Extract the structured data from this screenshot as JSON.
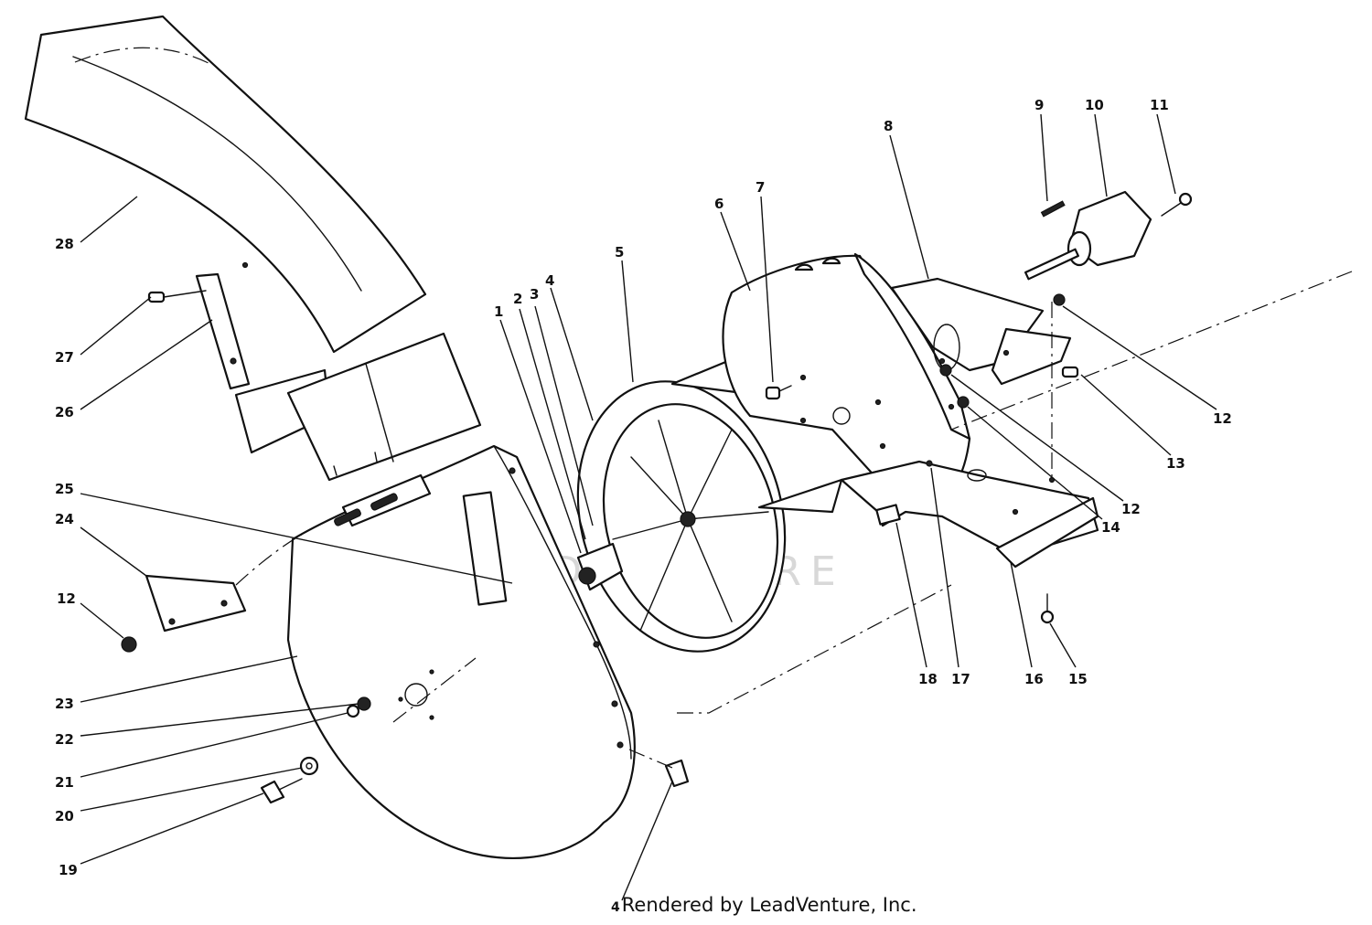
{
  "watermark": {
    "text": "LEADVENTURE"
  },
  "credit": {
    "number": "4",
    "text": "Rendered by LeadVenture, Inc."
  },
  "callouts": [
    {
      "id": "c1",
      "label": "1"
    },
    {
      "id": "c2",
      "label": "2"
    },
    {
      "id": "c3",
      "label": "3"
    },
    {
      "id": "c4",
      "label": "4"
    },
    {
      "id": "c5",
      "label": "5"
    },
    {
      "id": "c6",
      "label": "6"
    },
    {
      "id": "c7",
      "label": "7"
    },
    {
      "id": "c8",
      "label": "8"
    },
    {
      "id": "c9",
      "label": "9"
    },
    {
      "id": "c10",
      "label": "10"
    },
    {
      "id": "c11",
      "label": "11"
    },
    {
      "id": "c12a",
      "label": "12"
    },
    {
      "id": "c12b",
      "label": "12"
    },
    {
      "id": "c12c",
      "label": "12"
    },
    {
      "id": "c13",
      "label": "13"
    },
    {
      "id": "c14",
      "label": "14"
    },
    {
      "id": "c15",
      "label": "15"
    },
    {
      "id": "c16",
      "label": "16"
    },
    {
      "id": "c17",
      "label": "17"
    },
    {
      "id": "c18",
      "label": "18"
    },
    {
      "id": "c19",
      "label": "19"
    },
    {
      "id": "c20",
      "label": "20"
    },
    {
      "id": "c21",
      "label": "21"
    },
    {
      "id": "c22",
      "label": "22"
    },
    {
      "id": "c23",
      "label": "23"
    },
    {
      "id": "c24",
      "label": "24"
    },
    {
      "id": "c25",
      "label": "25"
    },
    {
      "id": "c26",
      "label": "26"
    },
    {
      "id": "c27",
      "label": "27"
    },
    {
      "id": "c28",
      "label": "28"
    }
  ]
}
